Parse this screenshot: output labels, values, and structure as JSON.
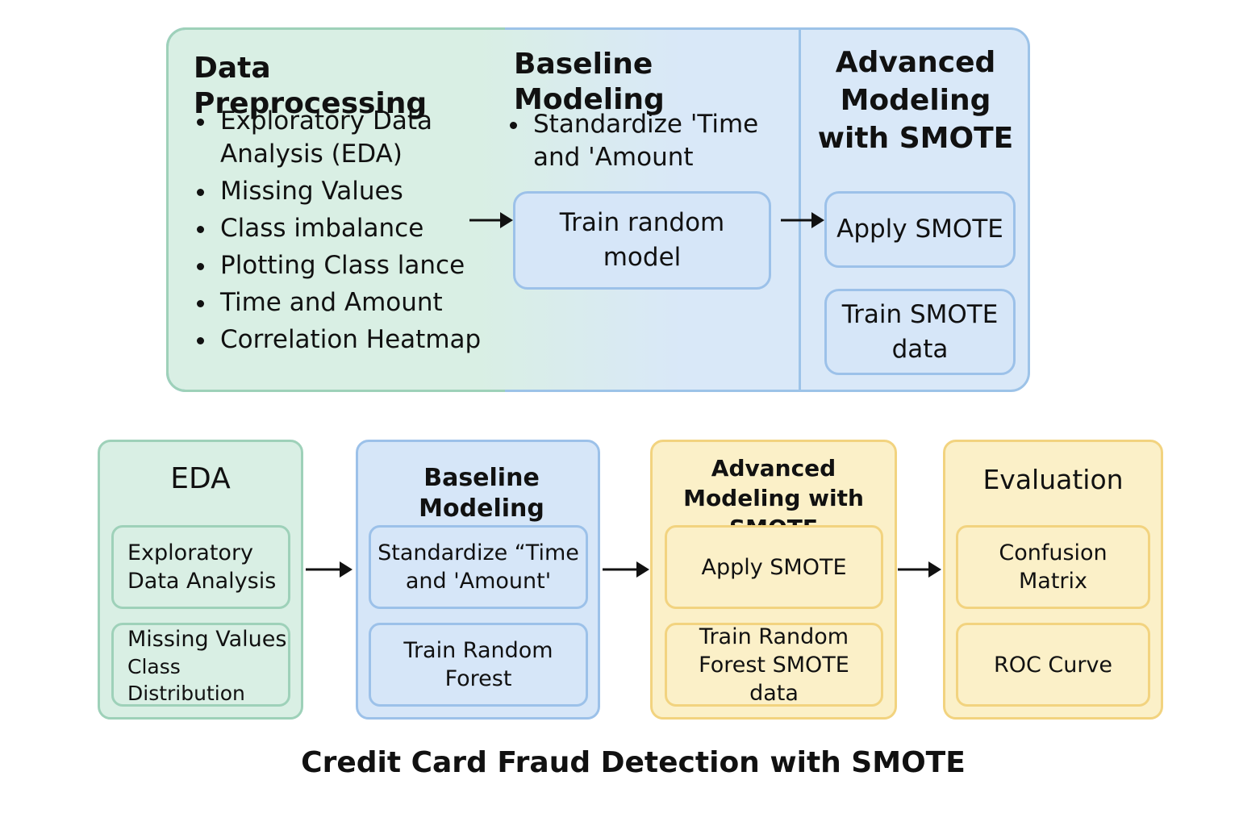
{
  "top_panel": {
    "data_preprocessing": {
      "title": "Data Preprocessing",
      "items": [
        "Exploratory Data Analysis (EDA)",
        "Missing Values",
        "Class imbalance",
        "Plotting Class lance",
        "Time and Amount",
        "Correlation Heatmap"
      ]
    },
    "baseline_modeling": {
      "title": "Baseline Modeling",
      "items": [
        "Standardize 'Time and 'Amount"
      ],
      "box": "Train random model"
    },
    "advanced_modeling": {
      "title": "Advanced Modeling with SMOTE",
      "boxes": [
        "Apply SMOTE",
        "Train SMOTE data"
      ]
    }
  },
  "flow": {
    "eda": {
      "title": "EDA",
      "boxes": [
        "Exploratory Data Analysis",
        "Missing Values",
        "Class Distribution"
      ]
    },
    "baseline": {
      "title": "Baseline Modeling",
      "boxes": [
        "Standardize “Time and 'Amount'",
        "Train Random Forest"
      ]
    },
    "advanced": {
      "title": "Advanced Modeling with SMOTE",
      "boxes": [
        "Apply SMOTE",
        "Train Random Forest SMOTE data"
      ]
    },
    "evaluation": {
      "title": "Evaluation",
      "boxes": [
        "Confusion Matrix",
        "ROC Curve"
      ]
    }
  },
  "title": "Credit Card Fraud Detection with SMOTE",
  "colors": {
    "green_fill": "#d9efe4",
    "green_border": "#9ed1b9",
    "blue_fill": "#d6e6f8",
    "blue_border": "#9cc1e9",
    "yellow_fill": "#fbf0c8",
    "yellow_border": "#f2d37f"
  }
}
